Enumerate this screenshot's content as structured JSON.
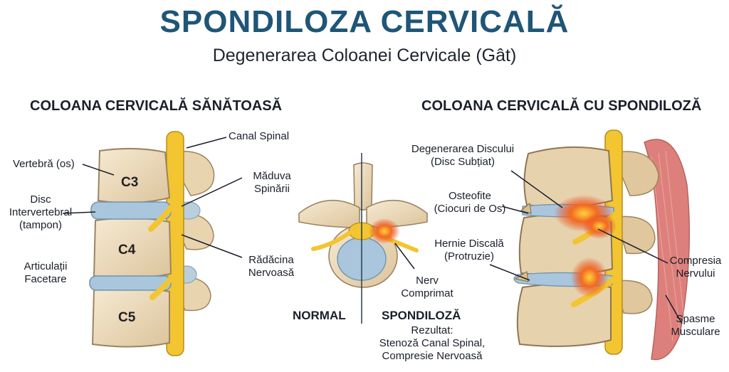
{
  "header": {
    "title": "SPONDILOZA CERVICALĂ",
    "subtitle": "Degenerarea Coloanei Cervicale (Gât)"
  },
  "left_panel": {
    "heading": "COLOANA CERVICALĂ SĂNĂTOASĂ",
    "vertebrae": [
      "C3",
      "C4",
      "C5"
    ],
    "labels": {
      "canal_spinal": "Canal Spinal",
      "vertebra_line1": "Vertebră (os)",
      "maduva_line1": "Măduva",
      "maduva_line2": "Spinării",
      "disc_line1": "Disc",
      "disc_line2": "Intervertebral",
      "disc_line3": "(tampon)",
      "radacina_line1": "Rădăcina",
      "radacina_line2": "Nervoasă",
      "articulatii_line1": "Articulații",
      "articulatii_line2": "Facetare"
    }
  },
  "center_panel": {
    "normal_label": "NORMAL",
    "spondiloza_label": "SPONDILOZĂ",
    "nerv_line1": "Nerv",
    "nerv_line2": "Comprimat",
    "rezultat_line1": "Rezultat:",
    "rezultat_line2": "Stenoză Canal Spinal,",
    "rezultat_line3": "Compresie Nervoasă"
  },
  "right_panel": {
    "heading": "COLOANA CERVICALĂ CU SPONDILOZĂ",
    "labels": {
      "degenerare_line1": "Degenerarea Discului",
      "degenerare_line2": "(Disc Subțiat)",
      "osteofite_line1": "Osteofite",
      "osteofite_line2": "(Ciocuri de Os)",
      "hernie_line1": "Hernie Discală",
      "hernie_line2": "(Protruzie)",
      "compresia_line1": "Compresia",
      "compresia_line2": "Nervului",
      "spasme_line1": "Spasme",
      "spasme_line2": "Musculare"
    }
  },
  "colors": {
    "title": "#1f5577",
    "bone": "#efe0c4",
    "bone_shadow": "#c8b08a",
    "disc": "#a9c6dc",
    "nerve": "#f2c531",
    "inflammation": "#e8431f",
    "muscle": "#d86a64"
  }
}
